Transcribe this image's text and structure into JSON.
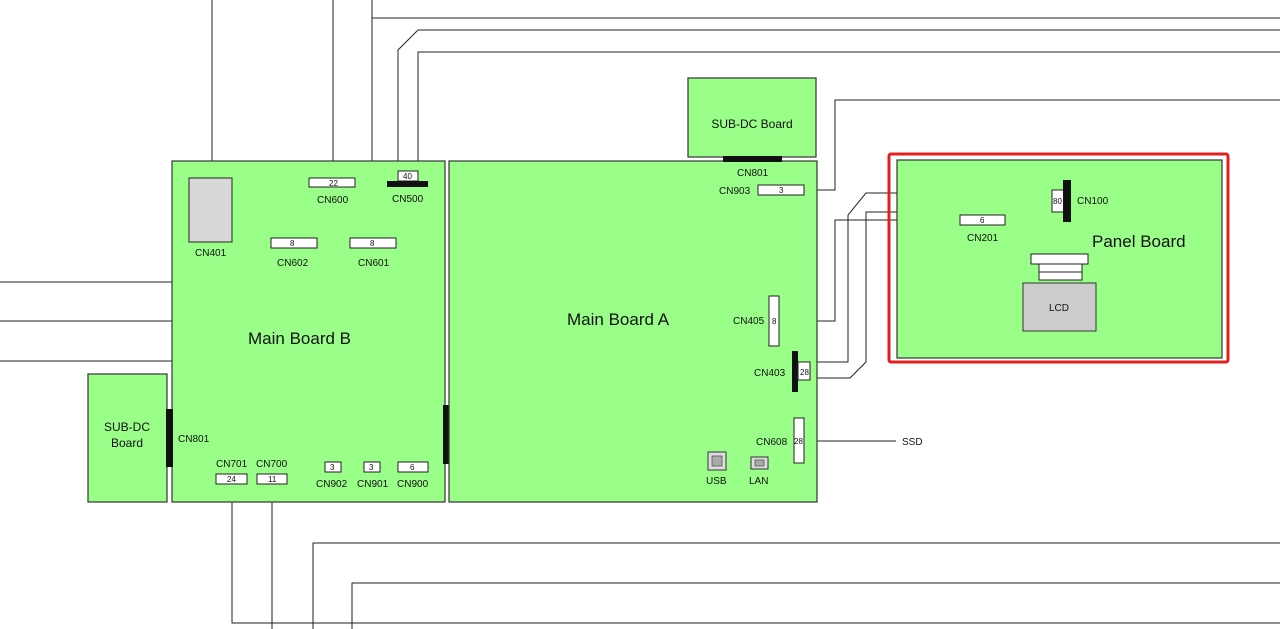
{
  "boards": {
    "main_b": "Main Board B",
    "main_a": "Main Board A",
    "panel": "Panel Board",
    "sub_dc_top": "SUB-DC Board",
    "sub_dc_left_1": "SUB-DC",
    "sub_dc_left_2": "Board"
  },
  "connectors": {
    "cn401": "CN401",
    "cn600": {
      "label": "CN600",
      "pins": "22"
    },
    "cn500": {
      "label": "CN500",
      "pins": "40"
    },
    "cn602": {
      "label": "CN602",
      "pins": "8"
    },
    "cn601": {
      "label": "CN601",
      "pins": "8"
    },
    "cn801_left": "CN801",
    "cn701": {
      "label": "CN701",
      "pins": "24"
    },
    "cn700": {
      "label": "CN700",
      "pins": "11"
    },
    "cn902": {
      "label": "CN902",
      "pins": "3"
    },
    "cn901": {
      "label": "CN901",
      "pins": "3"
    },
    "cn900": {
      "label": "CN900",
      "pins": "6"
    },
    "cn801_top": "CN801",
    "cn903": {
      "label": "CN903",
      "pins": "3"
    },
    "cn405": {
      "label": "CN405",
      "pins": "8"
    },
    "cn403": {
      "label": "CN403",
      "pins": "28"
    },
    "cn608": {
      "label": "CN608",
      "pins": "28"
    },
    "cn100": {
      "label": "CN100",
      "pins": "80"
    },
    "cn201": {
      "label": "CN201",
      "pins": "6"
    }
  },
  "ports": {
    "usb": "USB",
    "lan": "LAN",
    "ssd": "SSD"
  },
  "lcd": "LCD",
  "colors": {
    "board": "#99ff88",
    "highlight": "#e02020",
    "lcd": "#cccccc"
  }
}
